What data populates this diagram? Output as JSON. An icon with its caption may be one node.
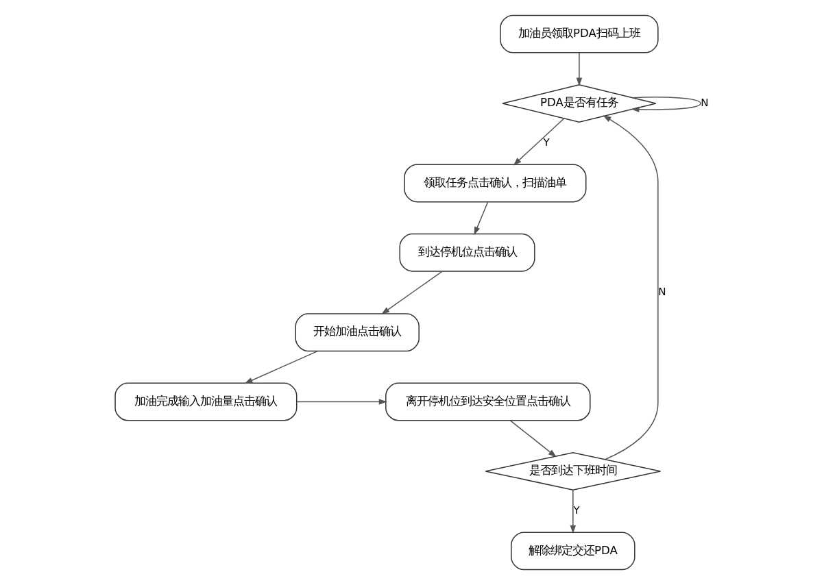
{
  "diagram": {
    "nodes": [
      {
        "text": [
          "加油员领取PDA扫码上班"
        ]
      },
      {
        "text": [
          "PDA是否有任务"
        ]
      },
      {
        "text": [
          "领取任务点击确认，扫描油单"
        ]
      },
      {
        "text": [
          "到达停机位点击确认"
        ]
      },
      {
        "text": [
          "开始加油点击确认"
        ]
      },
      {
        "text": [
          "加油完成输入加油量点击确认"
        ]
      },
      {
        "text": [
          "离开停机位到达安全位置点击确认"
        ]
      },
      {
        "text": [
          "是否到达下班时间"
        ]
      },
      {
        "text": [
          "解除绑定交还PDA"
        ]
      }
    ],
    "edges": [
      {
        "from": 0,
        "to": 1,
        "arrow": "to"
      },
      {
        "from": 1,
        "to": 1,
        "arrow": "to",
        "label": "N"
      },
      {
        "from": 1,
        "to": 2,
        "arrow": "to",
        "label": "Y"
      },
      {
        "from": 2,
        "to": 3,
        "arrow": "to"
      },
      {
        "from": 3,
        "to": 4,
        "arrow": "to"
      },
      {
        "from": 4,
        "to": 5,
        "arrow": "to"
      },
      {
        "from": 5,
        "to": 6,
        "arrow": "to"
      },
      {
        "from": 6,
        "to": 7,
        "arrow": "to"
      },
      {
        "from": 7,
        "to": 8,
        "arrow": "to",
        "label": "Y"
      },
      {
        "from": 7,
        "to": 1,
        "arrow": "to",
        "label": "N"
      }
    ]
  }
}
